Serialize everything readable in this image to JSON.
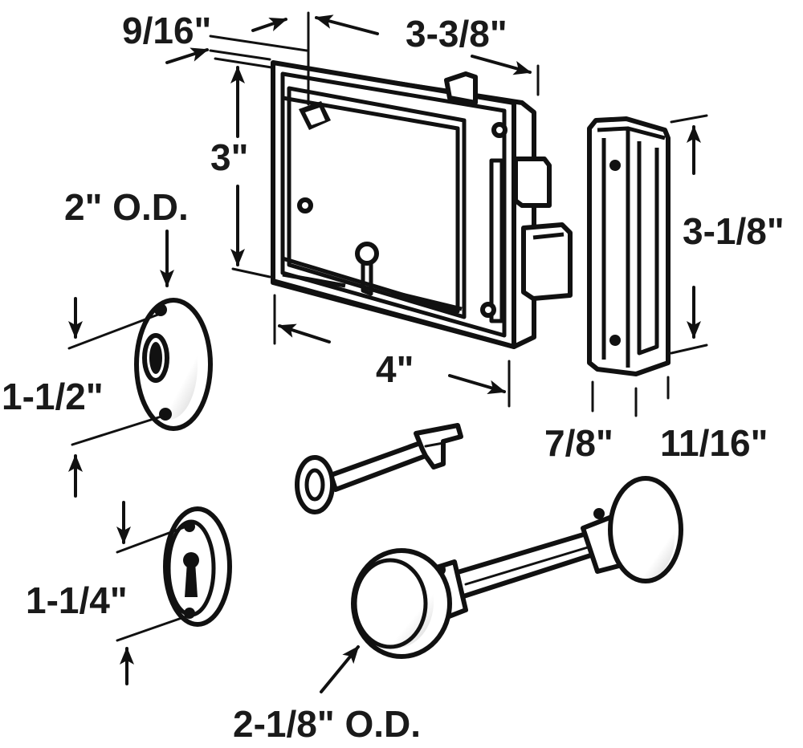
{
  "dimensions": {
    "backset": "9/16\"",
    "width_top": "3-3/8\"",
    "height": "3\"",
    "rose_od": "2\" O.D.",
    "rose_hole": "1-1/2\"",
    "width_bottom": "4\"",
    "keeper_height": "3-1/8\"",
    "keeper_depth": "7/8\"",
    "keeper_width": "11/16\"",
    "escutcheon": "1-1/4\"",
    "knob_od": "2-1/8\" O.D."
  },
  "colors": {
    "ink": "#111111",
    "paper": "#ffffff",
    "shade": "#d9d9d9"
  }
}
